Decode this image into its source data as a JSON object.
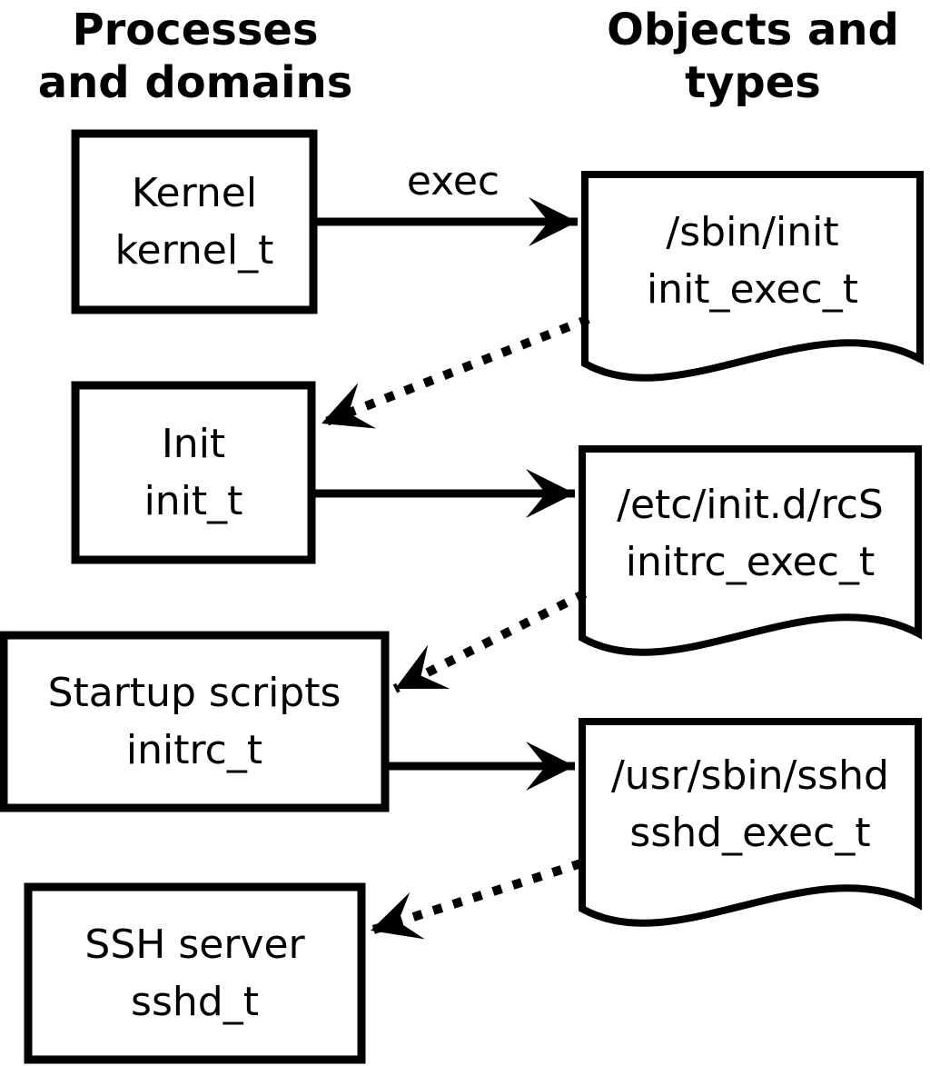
{
  "colors": {
    "ink": "#000000",
    "background": "#ffffff"
  },
  "headers": {
    "left": {
      "line1": "Processes",
      "line2": "and domains"
    },
    "right": {
      "line1": "Objects and",
      "line2": "types"
    }
  },
  "nodes": {
    "processes": [
      {
        "name": "Kernel",
        "type": "kernel_t"
      },
      {
        "name": "Init",
        "type": "init_t"
      },
      {
        "name": "Startup scripts",
        "type": "initrc_t"
      },
      {
        "name": "SSH server",
        "type": "sshd_t"
      }
    ],
    "objects": [
      {
        "path": "/sbin/init",
        "type": "init_exec_t"
      },
      {
        "path": "/etc/init.d/rcS",
        "type": "initrc_exec_t"
      },
      {
        "path": "/usr/sbin/sshd",
        "type": "sshd_exec_t"
      }
    ]
  },
  "edges": [
    {
      "from": "kernel_t",
      "to": "init_exec_t",
      "style": "solid",
      "label": "exec"
    },
    {
      "from": "init_exec_t",
      "to": "init_t",
      "style": "dotted",
      "label": ""
    },
    {
      "from": "init_t",
      "to": "initrc_exec_t",
      "style": "solid",
      "label": ""
    },
    {
      "from": "initrc_exec_t",
      "to": "initrc_t",
      "style": "dotted",
      "label": ""
    },
    {
      "from": "initrc_t",
      "to": "sshd_exec_t",
      "style": "solid",
      "label": ""
    },
    {
      "from": "sshd_exec_t",
      "to": "sshd_t",
      "style": "dotted",
      "label": ""
    }
  ]
}
